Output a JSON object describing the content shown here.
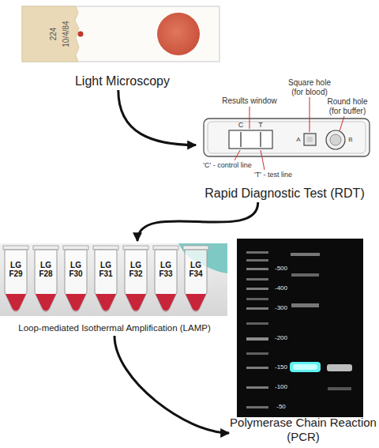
{
  "diagram": {
    "nodes": [
      {
        "text": [
          "Light Microscopy"
        ]
      },
      {
        "text": [
          "Rapid Diagnostic Test (RDT)"
        ]
      },
      {
        "text": [
          "Loop-mediated Isothermal Amplification (LAMP)"
        ]
      },
      {
        "text": [
          "Polymerase Chain Reaction (PCR)"
        ]
      }
    ],
    "edges": [
      {
        "from": 0,
        "to": 1,
        "arrow": "to"
      },
      {
        "from": 1,
        "to": 2,
        "arrow": "to"
      },
      {
        "from": 2,
        "to": 3,
        "arrow": "to"
      }
    ],
    "labels": [
      "224",
      "10/4/84",
      "Results window",
      "Square hole (for blood)",
      "Round hole (for buffer)",
      "C",
      "T",
      "A",
      "B",
      "'C' - control line",
      "'T' - test line",
      "LG F29",
      "LG F28",
      "LG F30",
      "LG F31",
      "LG F32",
      "LG F33",
      "LG F34",
      "-500",
      "-400",
      "-300",
      "-200",
      "-150",
      "-100",
      "-50"
    ]
  }
}
